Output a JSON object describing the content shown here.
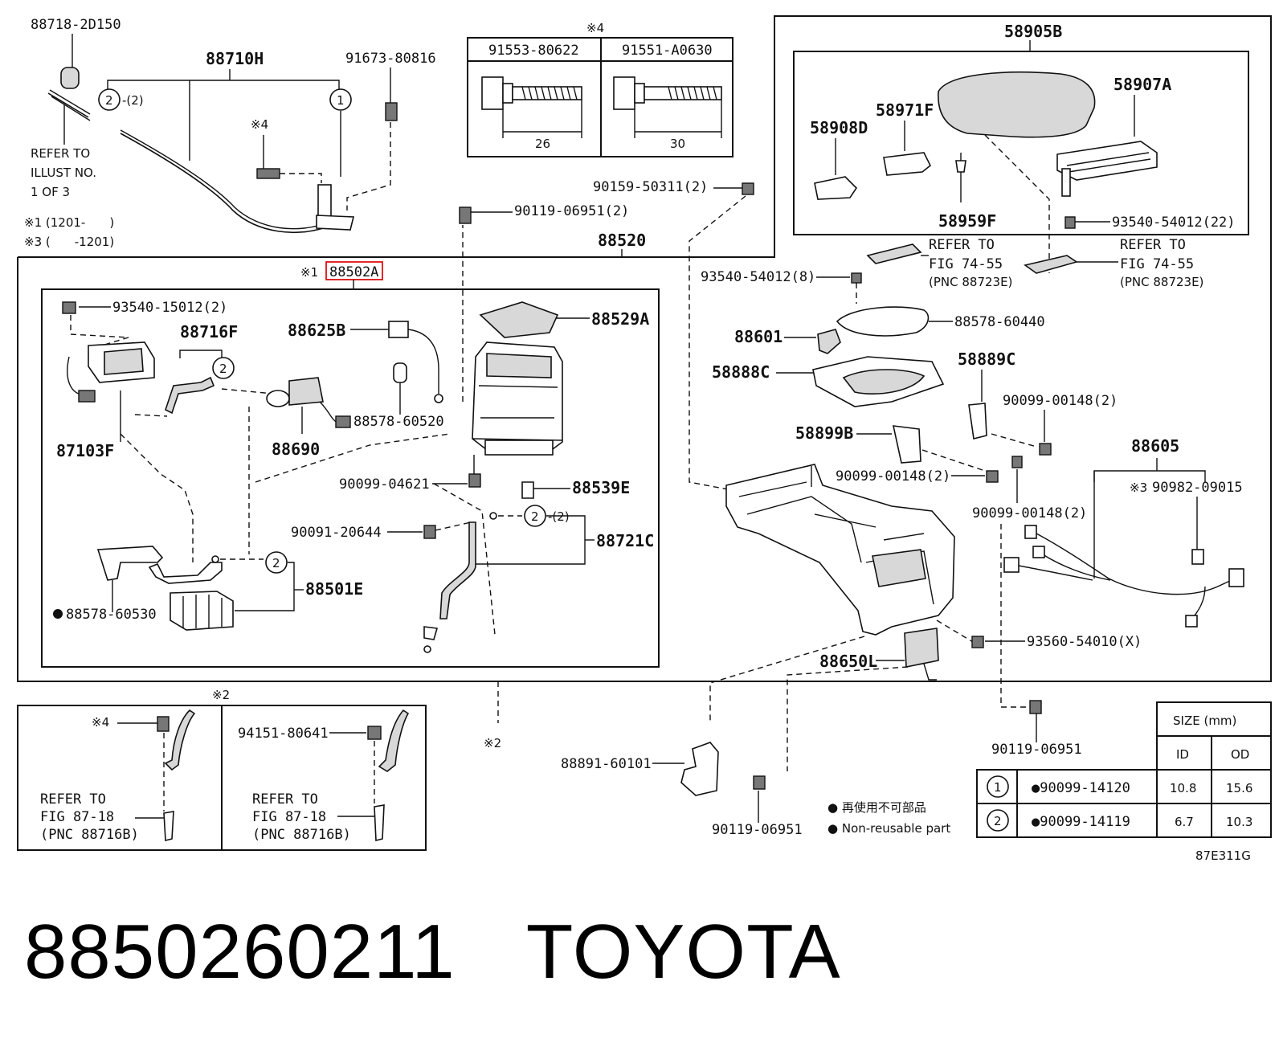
{
  "diagram": {
    "code": "87E311G",
    "parts": {
      "p88718": "88718-2D150",
      "p88710H": "88710H",
      "p91673": "91673-80816",
      "p88502A": "88502A",
      "p93540_15012": "93540-15012(2)",
      "p88716F": "88716F",
      "p88625B": "88625B",
      "p88529A": "88529A",
      "p87103F": "87103F",
      "p88578_60520": "88578-60520",
      "p88690": "88690",
      "p90099_04621": "90099-04621",
      "p88539E": "88539E",
      "p90091_20644": "90091-20644",
      "p88721C": "88721C",
      "p88501E": "88501E",
      "p88578_60530": "88578-60530",
      "p91553": "91553-80622",
      "p91551": "91551-A0630",
      "p90159": "90159-50311(2)",
      "p90119_top": "90119-06951(2)",
      "p88520": "88520",
      "p58905B": "58905B",
      "p58907A": "58907A",
      "p58971F": "58971F",
      "p58908D": "58908D",
      "p58959F": "58959F",
      "p93540_54012_22": "93540-54012(22)",
      "p93540_54012_8": "93540-54012(8)",
      "p88578_60440": "88578-60440",
      "p88601": "88601",
      "p58888C": "58888C",
      "p58889C": "58889C",
      "p90099_00148_a": "90099-00148(2)",
      "p58899B": "58899B",
      "p90099_00148_b": "90099-00148(2)",
      "p90099_00148_c": "90099-00148(2)",
      "p88605": "88605",
      "p90982": "90982-09015",
      "p93560": "93560-54010(X)",
      "p88650L": "88650L",
      "p90119_right": "90119-06951",
      "p88891": "88891-60101",
      "p90119_bottom": "90119-06951",
      "p94151": "94151-80641"
    },
    "dims": {
      "d26": "26",
      "d30": "30"
    },
    "notes": {
      "refer_illust_1": "REFER TO",
      "refer_illust_2": "ILLUST NO.",
      "refer_illust_3": "1 OF 3",
      "range1": "※1 (1201-　　)",
      "range3": "※3 (　　-1201)",
      "mark1": "※1",
      "mark2": "※2",
      "mark2b": "※2",
      "mark3": "※3",
      "mark4a": "※4",
      "mark4b": "※4",
      "mark4c": "※4",
      "qty2": "-(2)",
      "qty2b": "-(2)",
      "refer_fig74a_1": "REFER TO",
      "refer_fig74a_2": "FIG 74-55",
      "refer_fig74a_3": "(PNC 88723E)",
      "refer_fig74b_1": "REFER TO",
      "refer_fig74b_2": "FIG 74-55",
      "refer_fig74b_3": "(PNC 88723E)",
      "refer_fig87a_1": "REFER TO",
      "refer_fig87a_2": "FIG 87-18",
      "refer_fig87a_3": "(PNC 88716B)",
      "refer_fig87b_1": "REFER TO",
      "refer_fig87b_2": "FIG 87-18",
      "refer_fig87b_3": "(PNC 88716B)",
      "legend_jp": "● 再使用不可部品",
      "legend_en": "● Non-reusable part"
    },
    "callouts": {
      "c1": "1",
      "c2": "2"
    },
    "size_table": {
      "header": "SIZE (mm)",
      "col_id": "ID",
      "col_od": "OD",
      "rows": [
        {
          "mark": "1",
          "part": "●90099-14120",
          "id": "10.8",
          "od": "15.6"
        },
        {
          "mark": "2",
          "part": "●90099-14119",
          "id": "6.7",
          "od": "10.3"
        }
      ]
    }
  },
  "footer": {
    "part_number": "8850260211",
    "brand": "TOYOTA"
  }
}
